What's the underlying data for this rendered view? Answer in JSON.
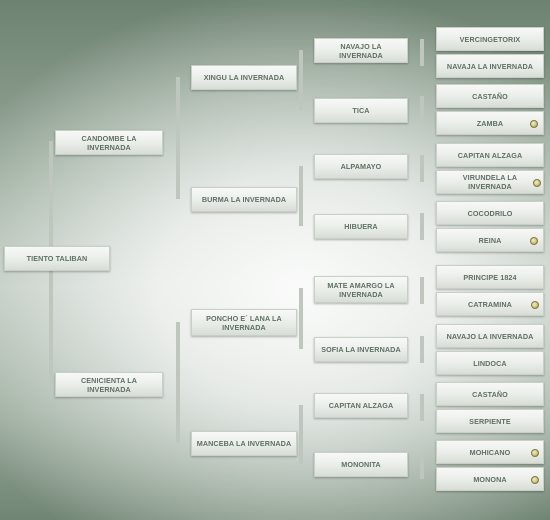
{
  "pedigree": {
    "root": "TIENTO TALIBAN",
    "sire": "CANDOMBE LA INVERNADA",
    "dam": "CENICIENTA LA INVERNADA",
    "sire_sire": "XINGU LA INVERNADA",
    "sire_dam": "BURMA LA INVERNADA",
    "dam_sire": "PONCHO E´ LANA LA INVERNADA",
    "dam_dam": "MANCEBA LA INVERNADA",
    "gen3": [
      "NAVAJO LA INVERNADA",
      "TICA",
      "ALPAMAYO",
      "HIBUERA",
      "MATE AMARGO LA INVERNADA",
      "SOFIA LA INVERNADA",
      "CAPITAN ALZAGA",
      "MONONITA"
    ],
    "gen4": [
      "VERCINGETORIX",
      "NAVAJA LA INVERNADA",
      "CASTAÑO",
      "ZAMBA",
      "CAPITAN ALZAGA",
      "VIRUNDELA LA INVERNADA",
      "COCODRILO",
      "REINA",
      "PRINCIPE 1824",
      "CATRAMINA",
      "NAVAJO LA INVERNADA",
      "LINDOCA",
      "CASTAÑO",
      "SERPIENTE",
      "MOHICANO",
      "MONONA"
    ]
  },
  "badges": {
    "icon": "medal-icon",
    "color": "#cfc481"
  }
}
